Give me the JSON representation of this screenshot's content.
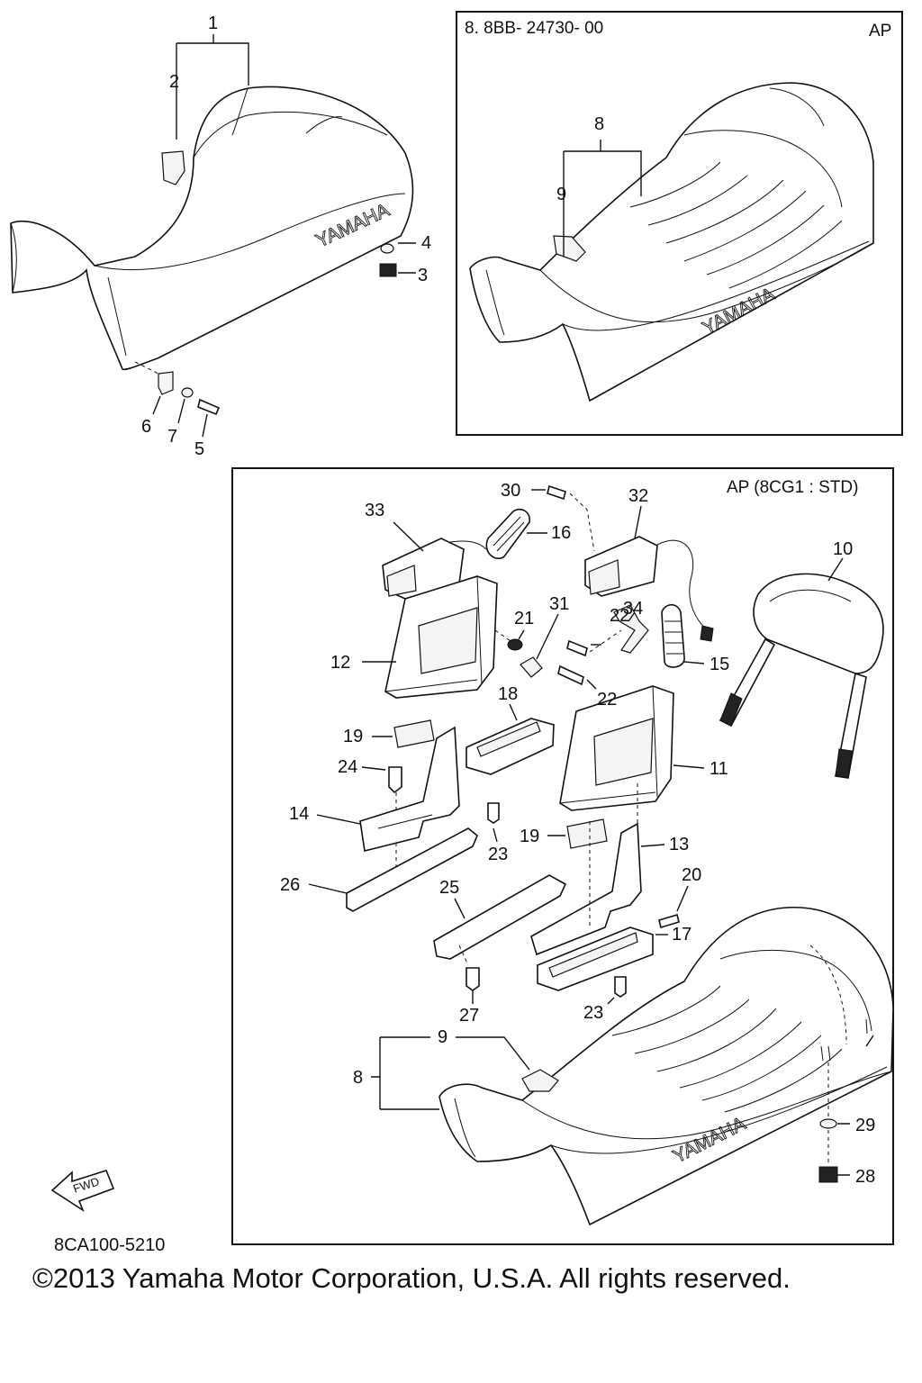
{
  "insets": {
    "upper": {
      "code": "8. 8BB- 24730- 00",
      "tag": "AP"
    },
    "lower": {
      "tag": "AP (8CG1 : STD)"
    }
  },
  "brand": "YAMAHA",
  "fwd_label": "FWD",
  "callouts": [
    "1",
    "2",
    "3",
    "4",
    "5",
    "6",
    "7",
    "8",
    "9",
    "10",
    "11",
    "12",
    "13",
    "14",
    "15",
    "16",
    "17",
    "18",
    "19",
    "20",
    "21",
    "22",
    "23",
    "24",
    "25",
    "26",
    "27",
    "28",
    "29",
    "30",
    "31",
    "32",
    "33",
    "34"
  ],
  "diagram_code": "8CA100-5210",
  "copyright": "©2013 Yamaha Motor Corporation, U.S.A. All rights reserved."
}
